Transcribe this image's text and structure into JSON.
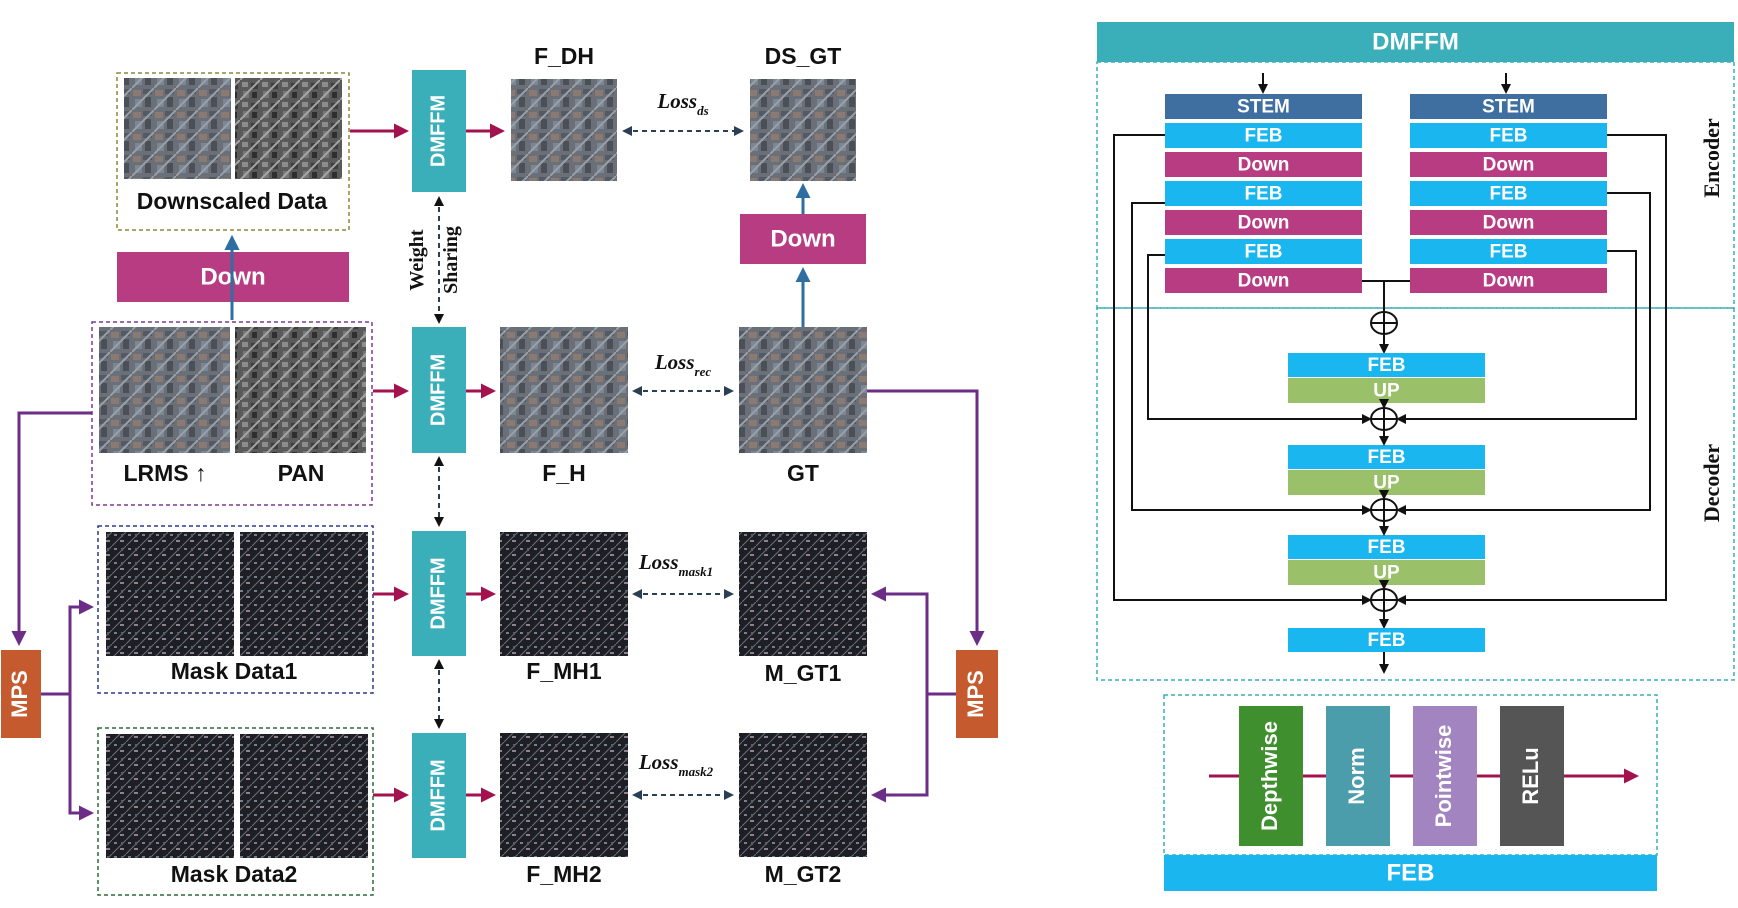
{
  "colors": {
    "dmffm": "#3aafb9",
    "down": "#b83c82",
    "mps": "#c45a2e",
    "stem": "#3e6fa0",
    "feb": "#19b6ef",
    "up": "#9bc06a",
    "depthwise": "#3f8f2e",
    "norm": "#4c9dab",
    "pointwise": "#a285c0",
    "relu": "#555555",
    "arrow_dark_red": "#a3124f",
    "arrow_blue": "#2e6ea0",
    "arrow_purple": "#6b2d86",
    "dash": "#2b3f54"
  },
  "pipeline": {
    "top": {
      "input_caption": "Downscaled Data",
      "module": "DMFFM",
      "output_label": "F_DH",
      "gt_label": "DS_GT",
      "loss": "Loss",
      "loss_sub": "ds"
    },
    "down_left": "Down",
    "down_right": "Down",
    "weight_sharing": [
      "Weight",
      "Sharing"
    ],
    "main": {
      "input_labels": [
        "LRMS ↑",
        "PAN"
      ],
      "module": "DMFFM",
      "output_label": "F_H",
      "gt_label": "GT",
      "loss": "Loss",
      "loss_sub": "rec"
    },
    "mask1": {
      "input_caption": "Mask Data1",
      "module": "DMFFM",
      "output_label": "F_MH1",
      "gt_label": "M_GT1",
      "loss": "Loss",
      "loss_sub": "mask1"
    },
    "mask2": {
      "input_caption": "Mask Data2",
      "module": "DMFFM",
      "output_label": "F_MH2",
      "gt_label": "M_GT2",
      "loss": "Loss",
      "loss_sub": "mask2"
    },
    "mps_left": "MPS",
    "mps_right": "MPS"
  },
  "dmffm_detail": {
    "title": "DMFFM",
    "encoder_label": "Encoder",
    "decoder_label": "Decoder",
    "left_column": [
      "STEM",
      "FEB",
      "Down",
      "FEB",
      "Down",
      "FEB",
      "Down"
    ],
    "right_column": [
      "STEM",
      "FEB",
      "Down",
      "FEB",
      "Down",
      "FEB",
      "Down"
    ],
    "decoder_stages": [
      {
        "feb": "FEB",
        "up": "UP"
      },
      {
        "feb": "FEB",
        "up": "UP"
      },
      {
        "feb": "FEB",
        "up": "UP"
      }
    ],
    "final_block": "FEB"
  },
  "feb_detail": {
    "title": "FEB",
    "blocks": [
      "Depthwise",
      "Norm",
      "Pointwise",
      "RELu"
    ]
  }
}
